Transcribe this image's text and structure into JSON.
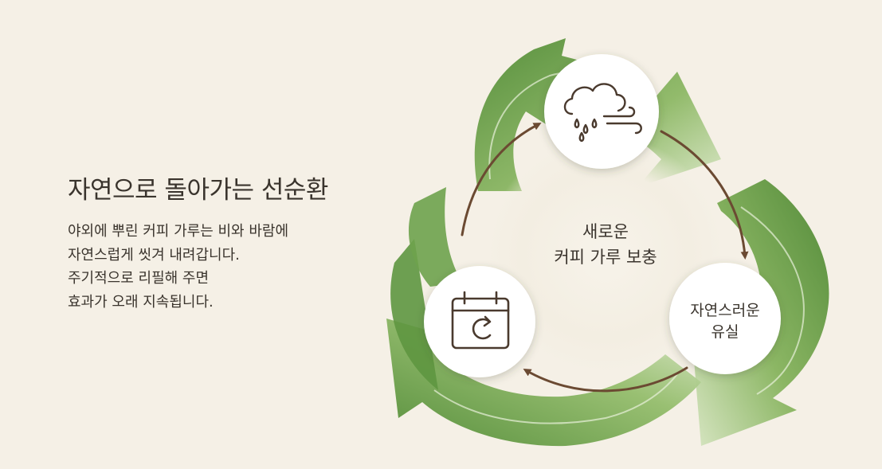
{
  "title": "자연으로 돌아가는 선순환",
  "description": [
    "야외에 뿌린 커피 가루는 비와 바람에",
    "자연스럽게 씻겨 내려갑니다.",
    "주기적으로 리필해 주면",
    "효과가 오래 지속됩니다."
  ],
  "cycle": {
    "center": [
      "새로운",
      "커피 가루 보충"
    ],
    "right_node": [
      "자연스러운",
      "유실"
    ],
    "top_node_icon": "rain-wind-icon",
    "left_node_icon": "calendar-refresh-icon"
  },
  "colors": {
    "background": "#f5f0e6",
    "leaf_dark": "#4f8a34",
    "leaf_light": "#cfe0b3",
    "arrow": "#6b4a32",
    "text": "#3a342d"
  }
}
